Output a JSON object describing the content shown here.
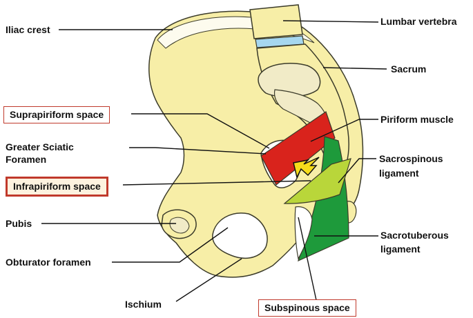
{
  "labels": {
    "iliac_crest": "Iliac crest",
    "lumbar_vertebra": "Lumbar vertebra",
    "sacrum": "Sacrum",
    "suprapiriform_space": "Suprapiriform space",
    "piriform_muscle": "Piriform muscle",
    "greater_sciatic_foramen_1": "Greater Sciatic",
    "greater_sciatic_foramen_2": "Foramen",
    "sacrospinous_ligament_1": "Sacrospinous",
    "sacrospinous_ligament_2": "ligament",
    "infrapiriform_space": "Infrapiriform space",
    "pubis": "Pubis",
    "sacrotuberous_ligament_1": "Sacrotuberous",
    "sacrotuberous_ligament_2": "ligament",
    "obturator_foramen": "Obturator foramen",
    "ischium": "Ischium",
    "subspinous_space": "Subspinous space"
  },
  "colors": {
    "bone_fill": "#f7eea7",
    "bone_outline": "#3b3b2a",
    "bone_highlight": "#fdfbee",
    "sacrum_face": "#f1ebc7",
    "disc": "#a6d7ef",
    "piriform_muscle": "#d9231c",
    "sacrotuberous_ligament": "#1e9a3b",
    "sacrospinous_ligament": "#b9d63a",
    "arrow": "#f6dc1b",
    "label_box_border": "#c0392b",
    "label_box_highlight": "#fdf2df"
  }
}
